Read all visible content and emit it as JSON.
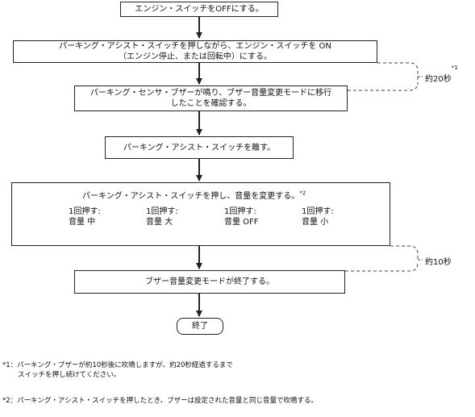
{
  "flow": {
    "step1": "エンジン・スイッチをOFFにする。",
    "step2_line1": "パーキング・アシスト・スイッチを押しながら、エンジン・スイッチを ON",
    "step2_line2": "（エンジン停止、または回転中）にする。",
    "step3_line1": "パーキング・センサ・ブザーが鳴り、ブザー音量変更モードに移行",
    "step3_line2": "したことを確認する。",
    "step4": "パーキング・アシスト・スイッチを離す。",
    "step5_title": "パーキング・アシスト・スイッチを押し、音量を変更する。",
    "step5_title_mark": "*2",
    "cycle": [
      {
        "line1": "1回押す:",
        "line2": "音量 中"
      },
      {
        "line1": "1回押す:",
        "line2": "音量 大"
      },
      {
        "line1": "1回押す:",
        "line2": "音量 OFF"
      },
      {
        "line1": "1回押す:",
        "line2": "音量 小"
      }
    ],
    "step6": "ブザー音量変更モードが終了する。",
    "end": "終了"
  },
  "timings": {
    "t1": "約20秒",
    "t1_mark": "*1",
    "t2": "約10秒"
  },
  "notes": {
    "n1_mark": "*1：",
    "n1_line1": "パーキング・ブザーが約10秒後に吹鳴しますが、約20秒経過するまで",
    "n1_line2": "スイッチを押し続けてください。",
    "n2_mark": "*2：",
    "n2_text": "パーキング・アシスト・スイッチを押したとき、ブザーは設定された音量と同じ音量で吹鳴する。"
  }
}
